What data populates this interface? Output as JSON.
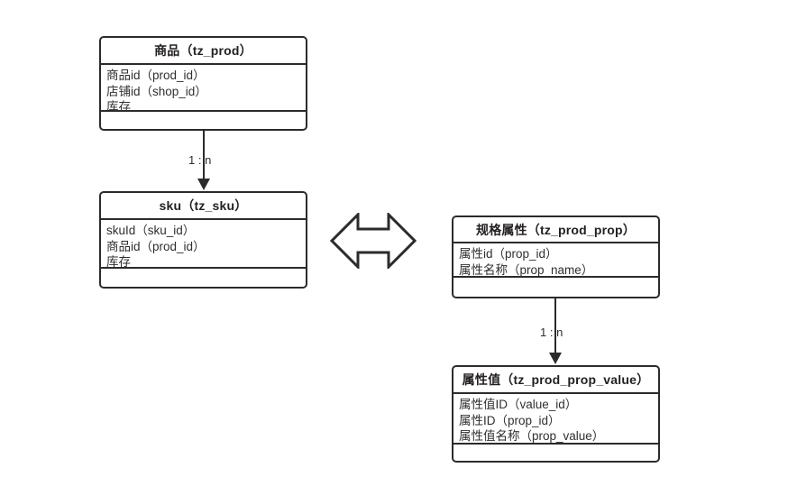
{
  "diagram": {
    "type": "er-diagram",
    "background_color": "#ffffff",
    "line_color": "#2b2b2b",
    "text_color": "#2f2f33",
    "title_color": "#231f20",
    "entities": [
      {
        "id": "tz_prod",
        "title": "商品（tz_prod）",
        "attributes": [
          "商品id（prod_id）",
          "店铺id（shop_id）",
          "库存"
        ]
      },
      {
        "id": "tz_sku",
        "title": "sku（tz_sku）",
        "attributes": [
          "skuId（sku_id）",
          "商品id（prod_id）",
          "库存"
        ]
      },
      {
        "id": "tz_prod_prop",
        "title": "规格属性（tz_prod_prop）",
        "attributes": [
          "属性id（prop_id）",
          "属性名称（prop_name）"
        ]
      },
      {
        "id": "tz_prod_prop_value",
        "title": "属性值（tz_prod_prop_value）",
        "attributes": [
          "属性值ID（value_id）",
          "属性ID（prop_id）",
          "属性值名称（prop_value）"
        ]
      }
    ],
    "relationships": [
      {
        "id": "prod-to-sku",
        "label": "1 : n",
        "from": "tz_prod",
        "to": "tz_sku",
        "direction": "down"
      },
      {
        "id": "prop-to-prop-value",
        "label": "1 : n",
        "from": "tz_prod_prop",
        "to": "tz_prod_prop_value",
        "direction": "down"
      }
    ],
    "connectors": [
      {
        "id": "sku-to-prop",
        "icon": "double-headed-arrow-icon",
        "label": ""
      }
    ]
  }
}
